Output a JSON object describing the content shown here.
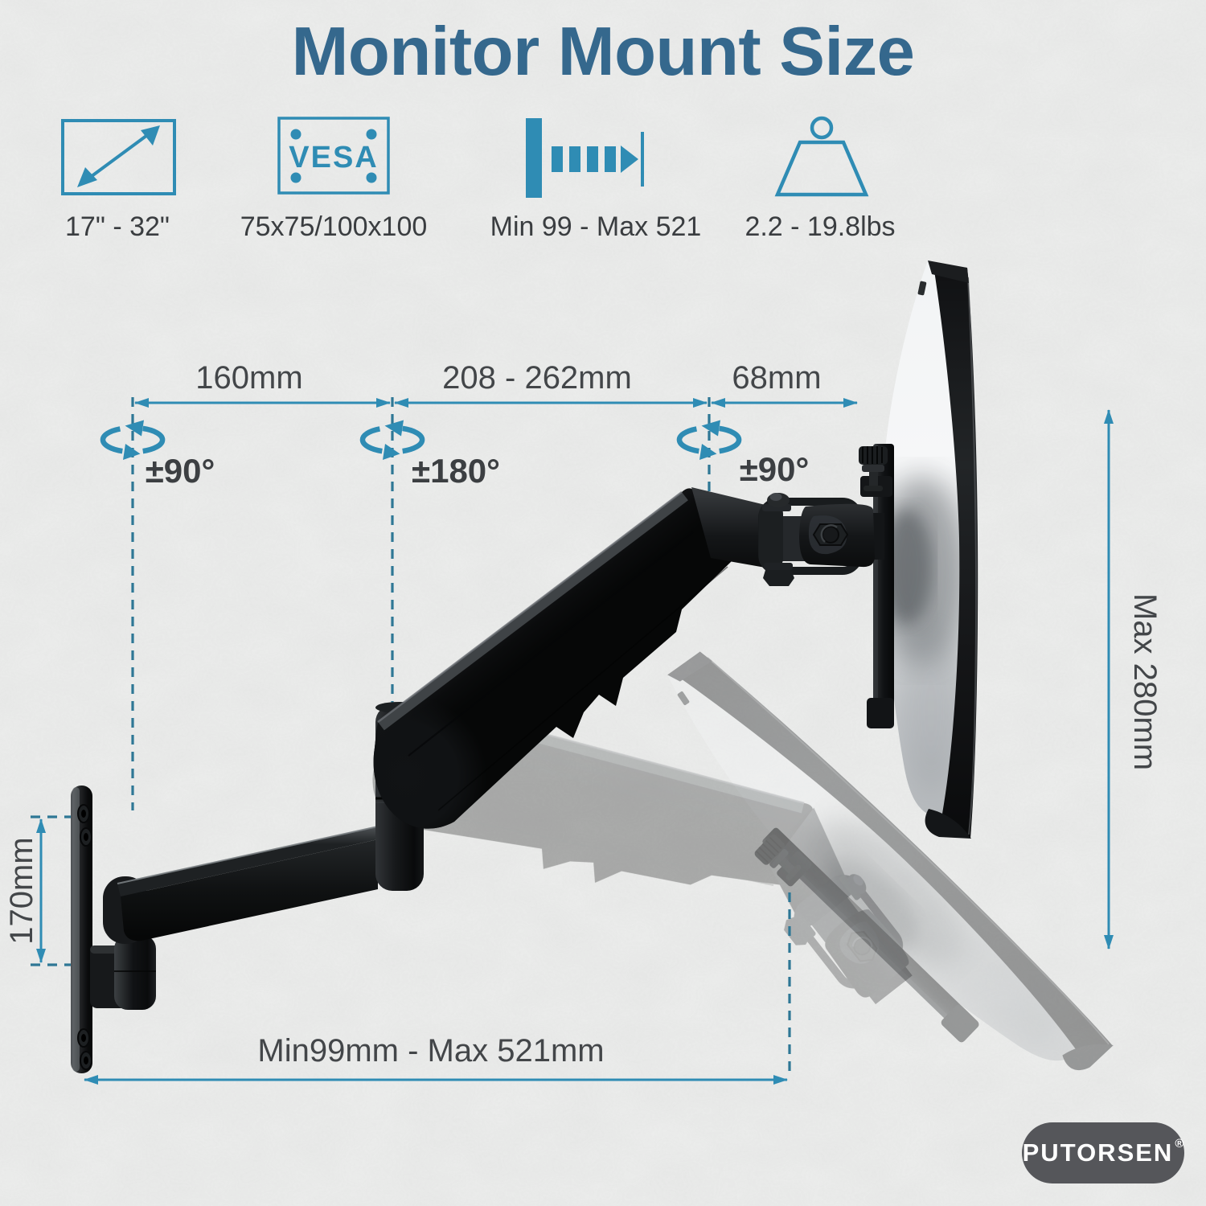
{
  "title": "Monitor Mount Size",
  "specs": [
    {
      "icon": "screen-size-icon",
      "label": "17\" - 32\""
    },
    {
      "icon": "vesa-icon",
      "icon_text": "VESA",
      "label": "75x75/100x100"
    },
    {
      "icon": "extension-icon",
      "label": "Min 99 - Max 521"
    },
    {
      "icon": "weight-icon",
      "label": "2.2 - 19.8lbs"
    }
  ],
  "dimensions": {
    "arm_rear_segment": "160mm",
    "arm_front_segment": "208 - 262mm",
    "head_offset": "68mm",
    "swivel_rear": "±90°",
    "swivel_mid": "±180°",
    "swivel_head": "±90°",
    "height_range": "Max 280mm",
    "wall_plate_height": "170mm",
    "extension_range": "Min99mm - Max 521mm"
  },
  "brand": {
    "name": "PUTORSEN",
    "mark": "®"
  },
  "colors": {
    "accent": "#2f8cb4",
    "title": "#35688d",
    "text": "#434649",
    "background": "#ebecec",
    "brand_background": "#55565a",
    "arm": "#111315"
  }
}
